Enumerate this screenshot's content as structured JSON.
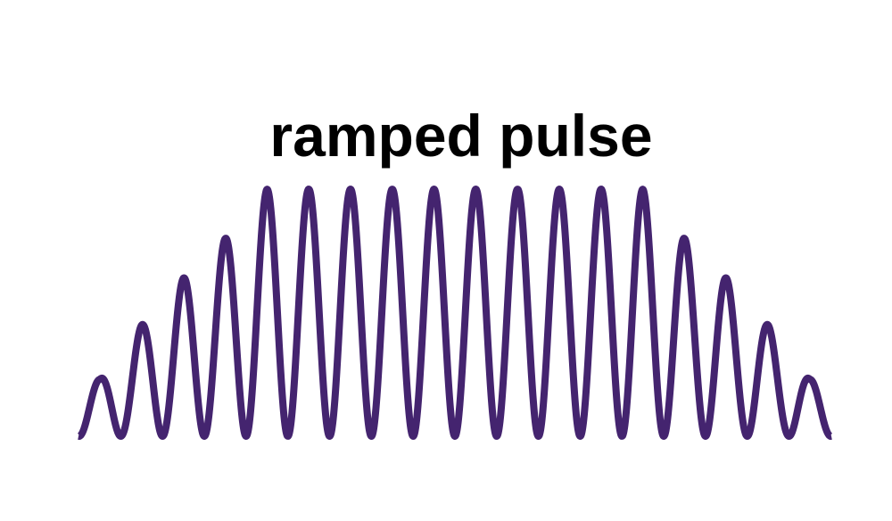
{
  "title": "ramped pulse",
  "colors": {
    "waveform": "#44246f",
    "title": "#000000"
  },
  "waveform": {
    "cycles": 18,
    "peak_amplitudes": [
      0.23,
      0.45,
      0.64,
      0.8,
      1,
      1,
      1,
      1,
      1,
      1,
      1,
      1,
      1,
      1,
      0.8,
      0.64,
      0.45,
      0.23
    ]
  }
}
